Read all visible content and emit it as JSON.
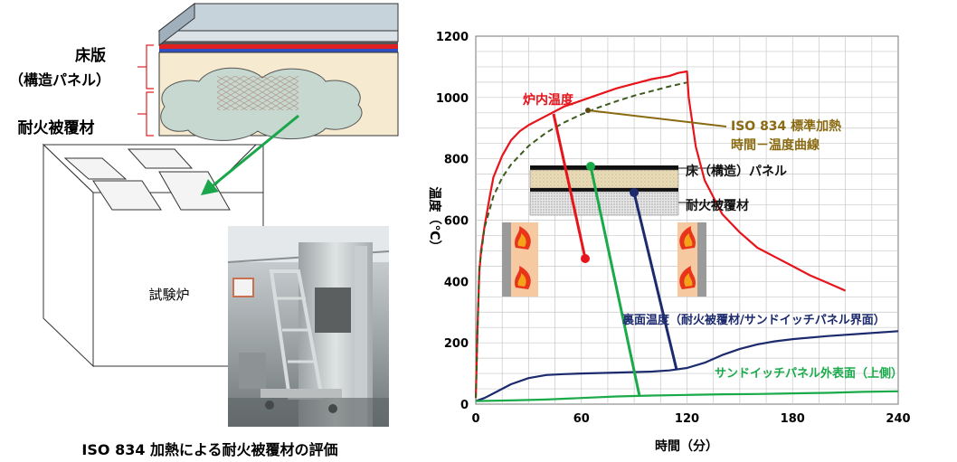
{
  "left_figure": {
    "label_slab": "床版",
    "label_slab_sub": "（構造パネル）",
    "label_coating": "耐火被覆材",
    "label_furnace": "試験炉",
    "caption": "ISO 834 加熱による耐火被覆材の評価",
    "colors": {
      "arrow": "#1aa64a",
      "bracket": "#e02020",
      "slab_red": "#e02020",
      "slab_blue": "#3050c0"
    }
  },
  "chart_data": {
    "type": "line",
    "title": "",
    "xlabel": "時間（分）",
    "ylabel": "温度（℃）",
    "xlim": [
      0,
      240
    ],
    "ylim": [
      0,
      1200
    ],
    "xticks": [
      0,
      60,
      120,
      180,
      240
    ],
    "yticks": [
      0,
      200,
      400,
      600,
      800,
      1000,
      1200
    ],
    "grid": true,
    "series": [
      {
        "name": "炉内温度",
        "color": "#e8141b",
        "style": "solid",
        "x": [
          0,
          1,
          2,
          3,
          5,
          8,
          10,
          15,
          20,
          25,
          30,
          40,
          50,
          60,
          70,
          80,
          90,
          100,
          110,
          115,
          120,
          121,
          125,
          130,
          140,
          150,
          160,
          170,
          180,
          190,
          200,
          210
        ],
        "y": [
          20,
          250,
          430,
          500,
          580,
          680,
          740,
          810,
          860,
          890,
          910,
          940,
          970,
          990,
          1010,
          1030,
          1045,
          1060,
          1070,
          1080,
          1085,
          1000,
          840,
          730,
          620,
          560,
          510,
          480,
          450,
          420,
          395,
          370
        ]
      },
      {
        "name": "ISO 834 標準加熱時間－温度曲線",
        "color": "#3d5a1e",
        "style": "dashed",
        "x": [
          0,
          2,
          5,
          10,
          15,
          20,
          30,
          40,
          50,
          60,
          70,
          80,
          90,
          100,
          110,
          120
        ],
        "y": [
          20,
          445,
          576,
          678,
          739,
          781,
          842,
          885,
          918,
          945,
          968,
          988,
          1006,
          1021,
          1036,
          1049
        ]
      },
      {
        "name": "裏面温度（耐火被覆材/サンドイッチパネル界面）",
        "color": "#1c2a6e",
        "style": "solid",
        "x": [
          0,
          5,
          10,
          20,
          30,
          40,
          50,
          60,
          80,
          100,
          110,
          120,
          130,
          140,
          150,
          160,
          170,
          180,
          200,
          220,
          240
        ],
        "y": [
          10,
          20,
          35,
          65,
          85,
          95,
          98,
          100,
          103,
          106,
          110,
          118,
          135,
          160,
          180,
          195,
          205,
          212,
          222,
          230,
          238
        ]
      },
      {
        "name": "サンドイッチパネル外表面（上側）",
        "color": "#1aaa4a",
        "style": "solid",
        "x": [
          0,
          20,
          40,
          60,
          80,
          100,
          120,
          140,
          160,
          180,
          200,
          220,
          240
        ],
        "y": [
          10,
          12,
          15,
          20,
          25,
          28,
          30,
          32,
          33,
          35,
          37,
          40,
          42
        ]
      }
    ],
    "annotations": {
      "furnace_label": "炉内温度",
      "iso_label_line1": "ISO 834 標準加熱",
      "iso_label_line2": "時間－温度曲線",
      "back_label": "裏面温度（耐火被覆材/サンドイッチパネル界面）",
      "outer_label": "サンドイッチパネル外表面（上側）",
      "panel_label": "床（構造）パネル",
      "coating_label": "耐火被覆材"
    }
  }
}
